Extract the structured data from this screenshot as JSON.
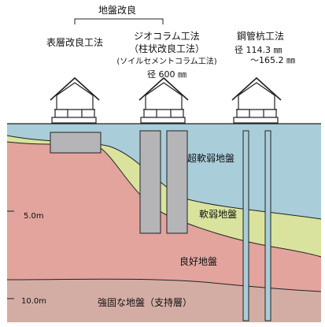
{
  "header": {
    "group_title": "地盤改良"
  },
  "methods": {
    "surface": {
      "title": "表層改良工法"
    },
    "column": {
      "title": "ジオコラム工法",
      "sub1": "（柱状改良工法）",
      "sub2": "(ソイルセメントコラム工法)",
      "diameter": "径 600 ㎜"
    },
    "steel": {
      "title": "鋼管杭工法",
      "diameter1": "径 114.3 ㎜",
      "diameter2": "～165.2 ㎜"
    }
  },
  "layers": {
    "very_soft": "超軟弱地盤",
    "soft": "軟弱地盤",
    "good": "良好地盤",
    "firm": "強固な地盤（支持層）"
  },
  "depth_labels": {
    "d5": "5.0m",
    "d10": "10.0m"
  },
  "colors": {
    "very_soft": "#a9cdd9",
    "soft": "#d9e39d",
    "good": "#e2a49d",
    "firm": "#d3ada4",
    "column": "#b5b5b8"
  }
}
